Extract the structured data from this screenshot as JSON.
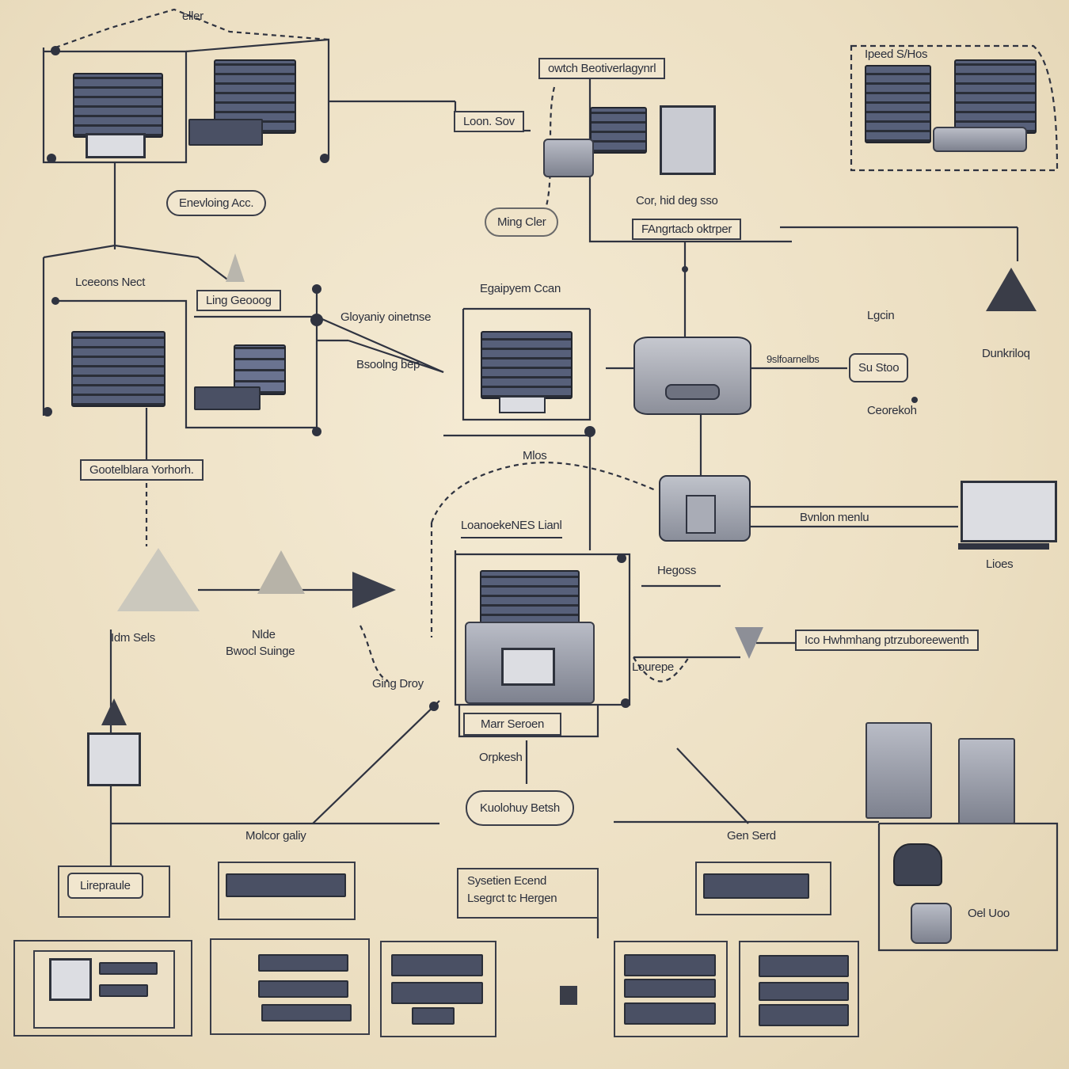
{
  "labels": {
    "top_eller": "eller",
    "load_server": "Loon. Sov",
    "switch_label": "owtch Beotiverlagynrl",
    "speed_shop": "Ipeed S/Hos",
    "envelope": "Enevloing Acc.",
    "ming_cloud": "Ming Cler",
    "cond_dog": "Cor, hid deg sso",
    "fingerprint": "FAngrtacb oktrper",
    "lessons": "Lceeons Nect",
    "ling": "Ling Geooog",
    "egaipm": "Egaipyem Ccan",
    "cloud_routing": "Gloyaniy oinetnse",
    "logan": "Lgcin",
    "serial": "9slfoarnelbs",
    "sub_stop": "Su Stoo",
    "dashboard": "Dunkriloq",
    "scoring": "Bsoolng bep",
    "georedi": "Ceorekoh",
    "gooleb": "Gootelblara  Yorhorh.",
    "learning": "LoanoekeNES Lianl",
    "blank": "Mlos",
    "buildon": "Bvnlon menlu",
    "lines": "Lioes",
    "herges": "Hegoss",
    "dim_sets": "Idm Sels",
    "node": "Nlde",
    "board_surge": "Bwocl Suinge",
    "ling_droy": "Ging Droy",
    "loureps": "Lourepe",
    "tag_header": "Ico Hwhmhang ptrzuboreewenth",
    "main_system": "Marr Seroen",
    "crystal": "Orpkesh",
    "network_batch": "Kuolohuy Betsh",
    "motor_gaining": "Molcor galiy",
    "gen_serial": "Gen Serd",
    "line_prole": "Lirepraule",
    "system_expend": "Sysetien Ecend",
    "segment_helper": "Lsegrct tc Hergen",
    "gen_uos": "Oel Uoo"
  },
  "icons": [
    "server-rack-icon",
    "monitor-icon",
    "storage-cylinder-icon",
    "router-icon",
    "cloud-icon",
    "pyramid-icon",
    "switch-panel-icon",
    "workstation-icon"
  ],
  "colors": {
    "background": "#efe3c8",
    "ink": "#2b2f3c",
    "rack": "#3b4150",
    "metal": "#9a9da8"
  }
}
